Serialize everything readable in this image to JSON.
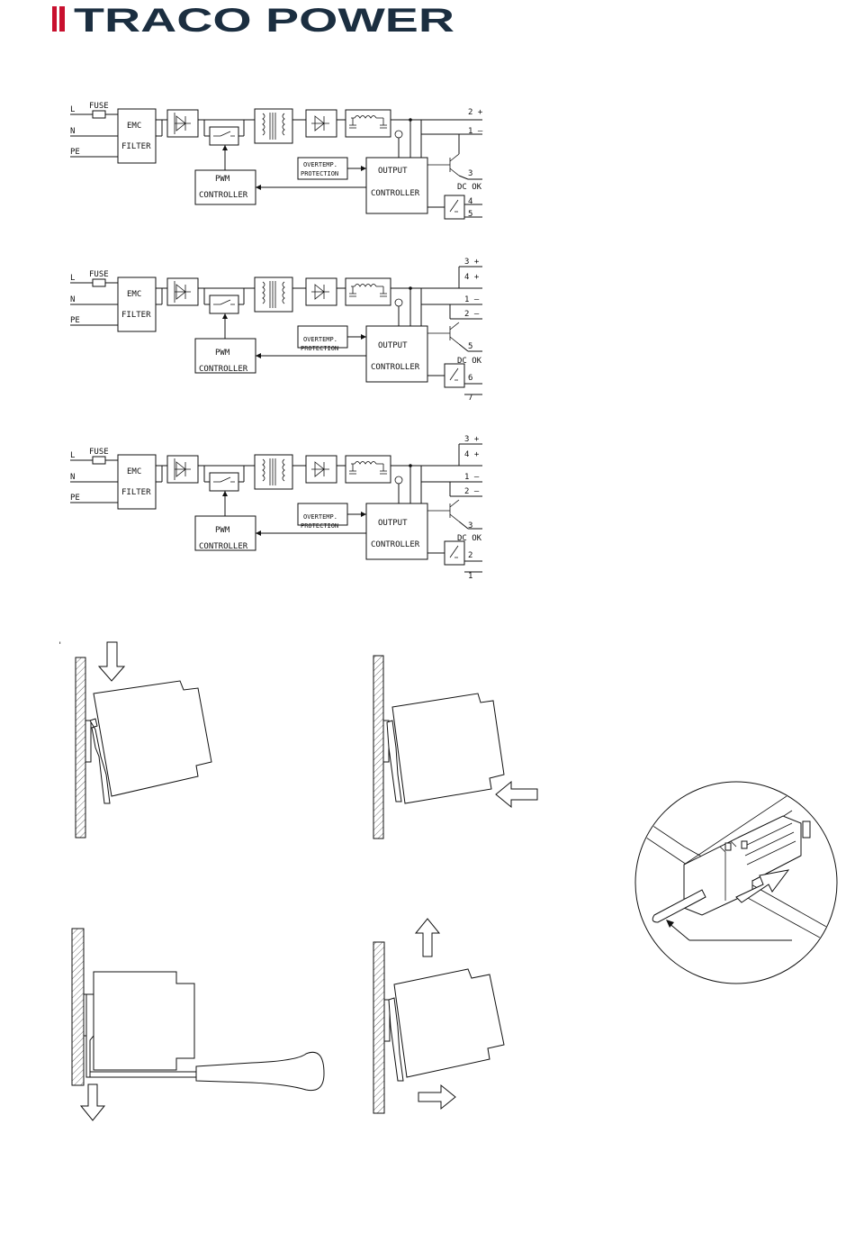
{
  "brand": {
    "name": "TRACO POWER",
    "primary_color": "#1b2e40",
    "accent_color": "#c8102e"
  },
  "schematics": [
    {
      "inputs": [
        "L",
        "N",
        "PE"
      ],
      "fuse": "FUSE",
      "emc": [
        "EMC",
        "FILTER"
      ],
      "pwm": [
        "PWM",
        "CONTROLLER"
      ],
      "overtemp": [
        "OVERTEMP.",
        "PROTECTION"
      ],
      "output": [
        "OUTPUT",
        "CONTROLLER"
      ],
      "dc_ok": "DC OK",
      "pins": [
        "2 +",
        "1 –",
        "3",
        "4",
        "5"
      ]
    },
    {
      "inputs": [
        "L",
        "N",
        "PE"
      ],
      "fuse": "FUSE",
      "emc": [
        "EMC",
        "FILTER"
      ],
      "pwm": [
        "PWM",
        "CONTROLLER"
      ],
      "overtemp": [
        "OVERTEMP.",
        "PROTECTION"
      ],
      "output": [
        "OUTPUT",
        "CONTROLLER"
      ],
      "dc_ok": "DC OK",
      "pins": [
        "3 +",
        "4 +",
        "1 –",
        "2 –",
        "5",
        "6",
        "7"
      ]
    },
    {
      "inputs": [
        "L",
        "N",
        "PE"
      ],
      "fuse": "FUSE",
      "emc": [
        "EMC",
        "FILTER"
      ],
      "pwm": [
        "PWM",
        "CONTROLLER"
      ],
      "overtemp": [
        "OVERTEMP.",
        "PROTECTION"
      ],
      "output": [
        "OUTPUT",
        "CONTROLLER"
      ],
      "dc_ok": "DC OK",
      "pins": [
        "3 +",
        "4 +",
        "1 –",
        "2 –",
        "3",
        "2",
        "1"
      ]
    }
  ],
  "mounting": {
    "stray_mark": "'",
    "steps": [
      "mount-push-down",
      "mount-push-in",
      "release-screwdriver",
      "remove-lift-out"
    ],
    "detail": "rail-clip-detail"
  }
}
